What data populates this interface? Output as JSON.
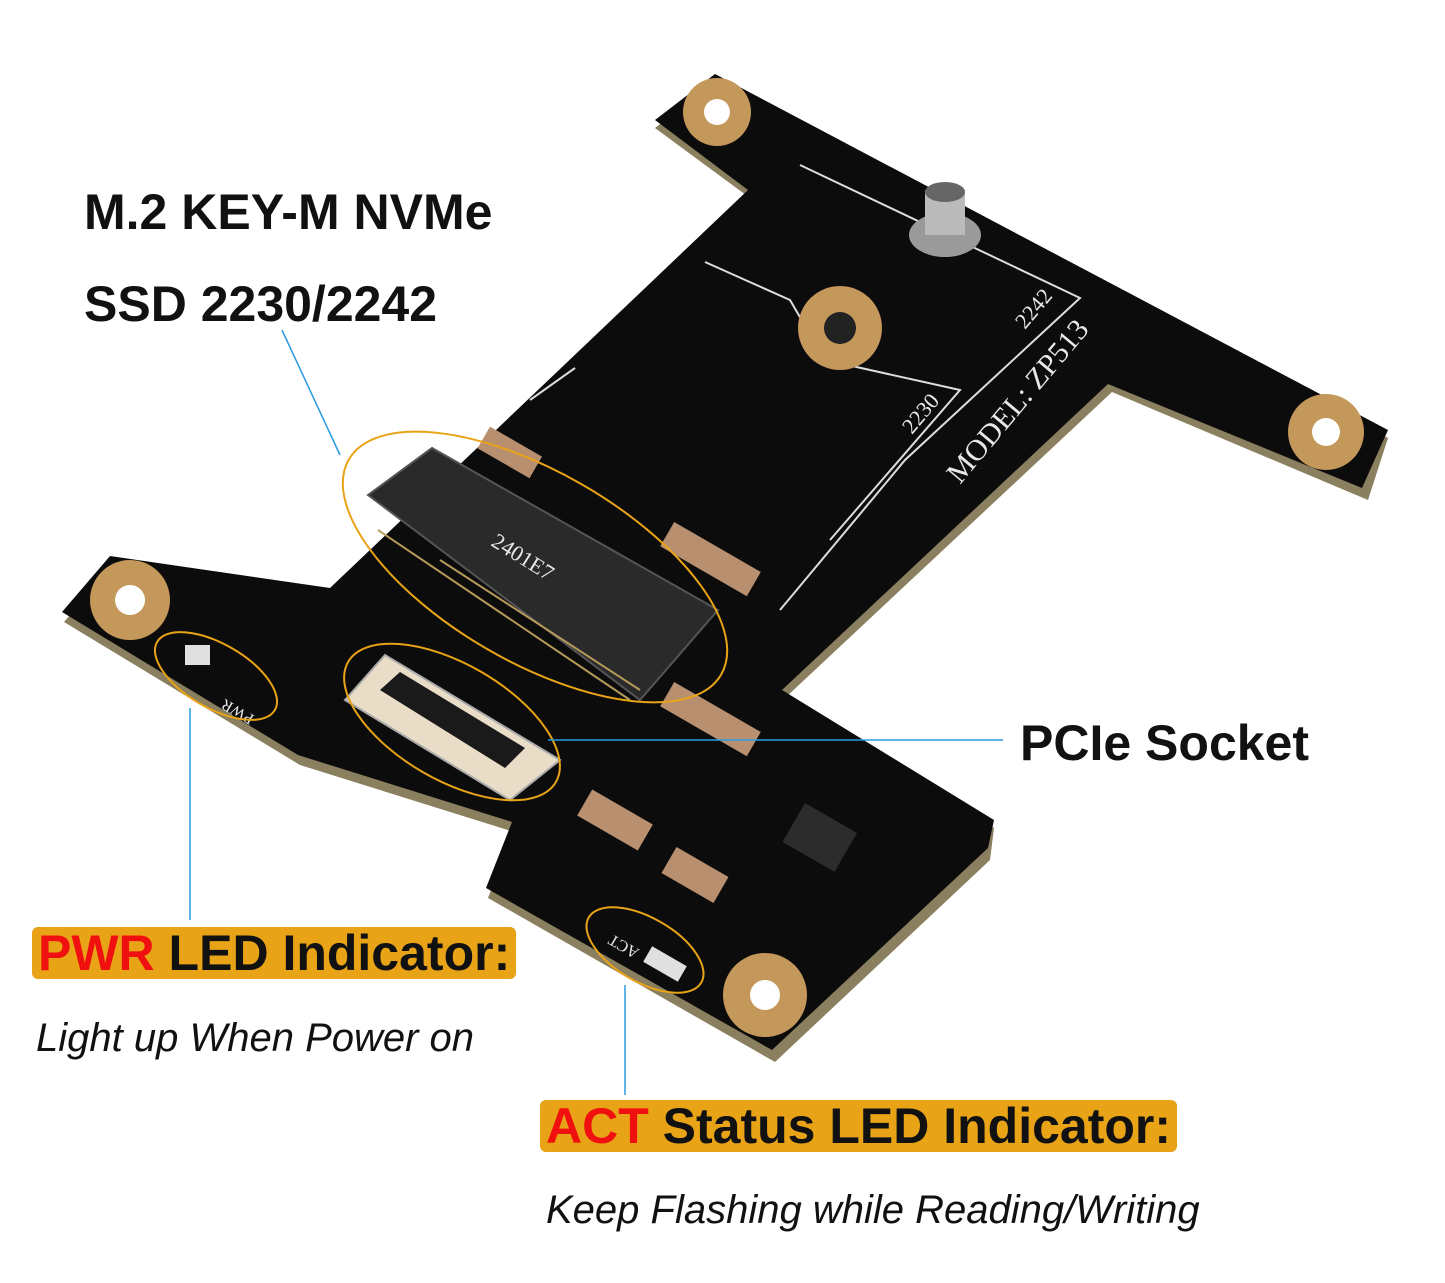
{
  "labels": {
    "m2_line1": "M.2 KEY-M NVMe",
    "m2_line2": "SSD 2230/2242",
    "pcie": "PCIe Socket",
    "pwr_keyword": "PWR",
    "pwr_rest": " LED Indicator:",
    "pwr_desc": "Light up When Power on",
    "act_keyword": "ACT",
    "act_rest": " Status LED Indicator:",
    "act_desc": "Keep Flashing while Reading/Writing"
  },
  "board_silkscreen": {
    "model": "MODEL: ZP513",
    "size_2242": "2242",
    "size_2230": "2230",
    "connector_code": "2401E7",
    "pwr": "PWR",
    "act": "ACT"
  },
  "colors": {
    "pcb": "#0c0c0c",
    "highlight": "#e8a317",
    "keyword": "#f01010",
    "callout_line": "#2a9be0",
    "ellipse": "#e8a317"
  }
}
